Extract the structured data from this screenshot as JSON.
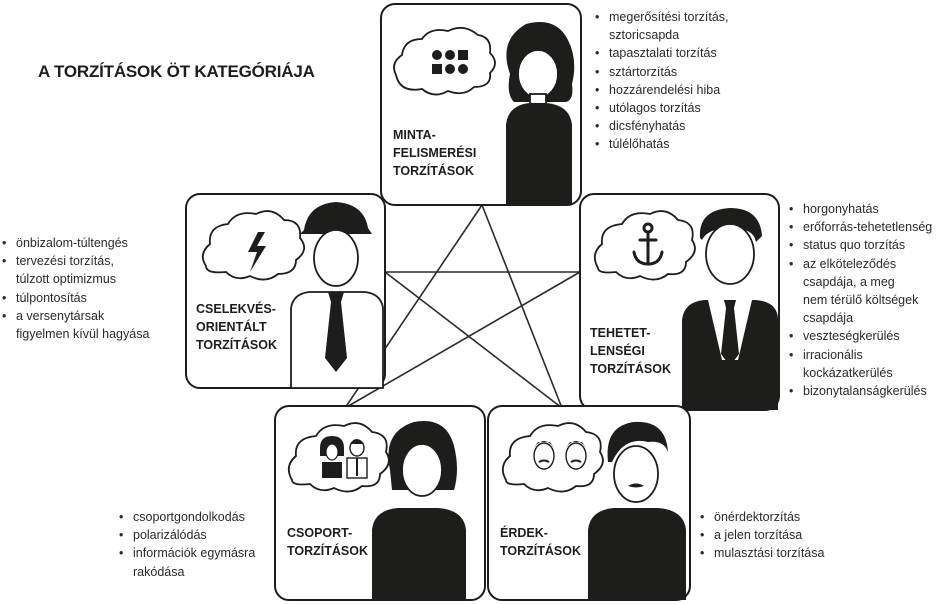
{
  "title": "A TORZÍTÁSOK ÖT KATEGÓRIÁJA",
  "categories": {
    "mintafelismeresi": {
      "label": [
        "MINTA-",
        "FELISMERÉSI",
        "TORZÍTÁSOK"
      ],
      "icon": "dots-squares-icon",
      "items": [
        [
          "megerősítési torzítás,",
          "sztoricsapda"
        ],
        [
          "tapasztalati torzítás"
        ],
        [
          "sztártorzítás"
        ],
        [
          "hozzárendelési hiba"
        ],
        [
          "utólagos torzítás"
        ],
        [
          "dicsfényhatás"
        ],
        [
          "túlélőhatás"
        ]
      ]
    },
    "cselekves": {
      "label": [
        "CSELEKVÉS-",
        "ORIENTÁLT",
        "TORZÍTÁSOK"
      ],
      "icon": "lightning-icon",
      "items": [
        [
          "önbizalom-túltengés"
        ],
        [
          "tervezési torzítás,",
          "túlzott optimizmus"
        ],
        [
          "túlpontosítás"
        ],
        [
          "a versenytársak",
          "figyelmen kívül hagyása"
        ]
      ]
    },
    "tehetetlensegi": {
      "label": [
        "TEHETET-",
        "LENSÉGI",
        "TORZÍTÁSOK"
      ],
      "icon": "anchor-icon",
      "items": [
        [
          "horgonyhatás"
        ],
        [
          "erőforrás-tehetetlenség"
        ],
        [
          "status quo torzítás"
        ],
        [
          "az elköteleződés",
          "csapdája, a meg",
          "nem térülő költségek",
          "csapdája"
        ],
        [
          "veszteségkerülés"
        ],
        [
          "irracionális",
          "kockázatkerülés"
        ],
        [
          "bizonytalanságkerülés"
        ]
      ]
    },
    "csoport": {
      "label": [
        "CSOPORT-",
        "TORZÍTÁSOK"
      ],
      "icon": "people-icon",
      "items": [
        [
          "csoportgondolkodás"
        ],
        [
          "polarizálódás"
        ],
        [
          "információk egymásra",
          "rakódása"
        ]
      ]
    },
    "erdek": {
      "label": [
        "ÉRDEK-",
        "TORZÍTÁSOK"
      ],
      "icon": "mustache-faces-icon",
      "items": [
        [
          "önérdektorzítás"
        ],
        [
          "a jelen torzítása"
        ],
        [
          "mulasztási torzítása"
        ]
      ]
    }
  },
  "colors": {
    "ink": "#1d1d1b",
    "line": "#2b2b2b"
  }
}
